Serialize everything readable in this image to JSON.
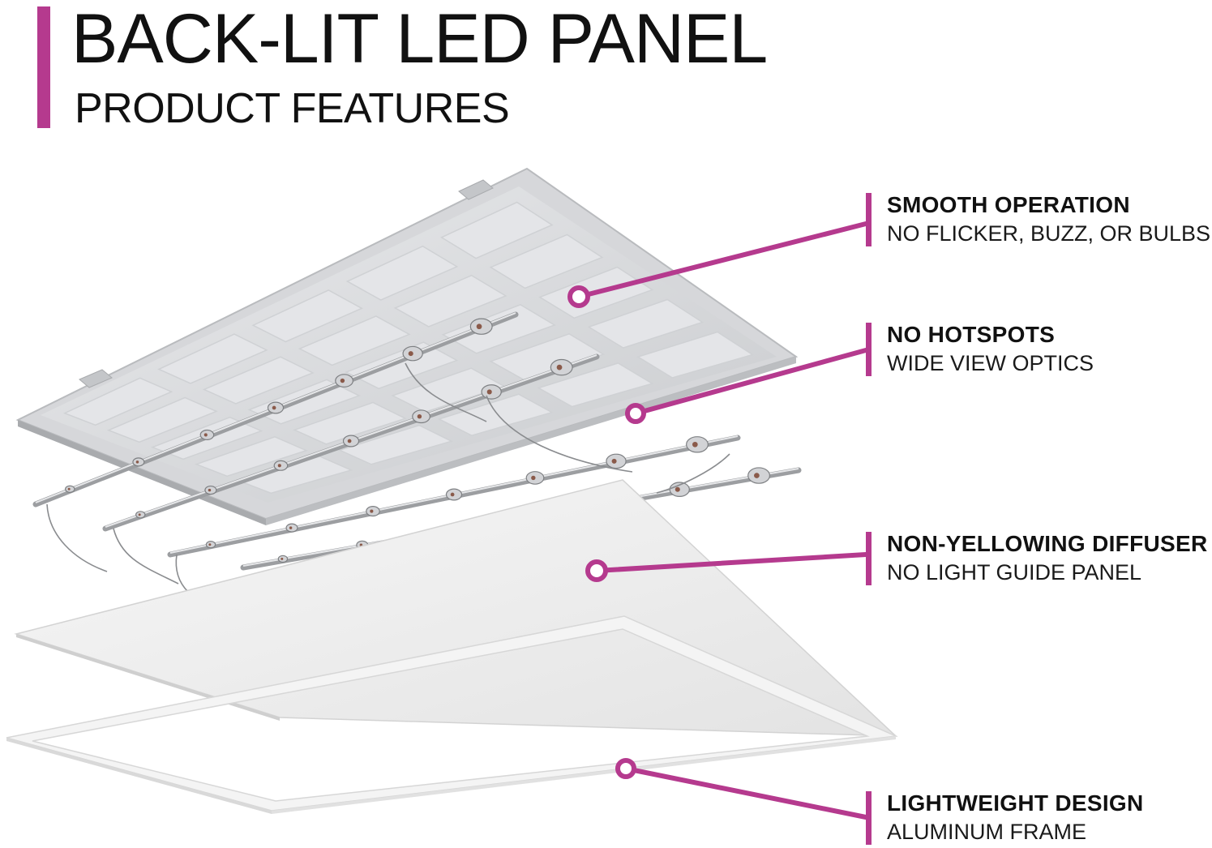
{
  "header": {
    "title": "BACK-LIT LED PANEL",
    "subtitle": "PRODUCT FEATURES"
  },
  "colors": {
    "accent": "#b53a8e",
    "text": "#111111",
    "background": "#ffffff"
  },
  "callouts": [
    {
      "title": "SMOOTH OPERATION",
      "subtitle": "NO FLICKER, BUZZ, OR BULBS"
    },
    {
      "title": "NO HOTSPOTS",
      "subtitle": "WIDE VIEW OPTICS"
    },
    {
      "title": "NON-YELLOWING DIFFUSER",
      "subtitle": "NO LIGHT GUIDE PANEL"
    },
    {
      "title": "LIGHTWEIGHT DESIGN",
      "subtitle": "ALUMINUM FRAME"
    }
  ]
}
